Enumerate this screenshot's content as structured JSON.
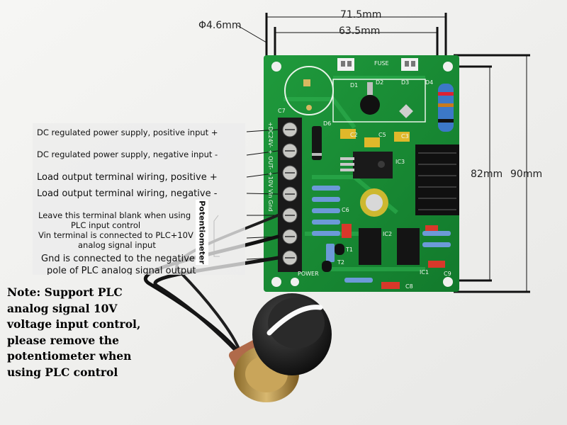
{
  "dimensions": {
    "hole_diameter": "Φ4.6mm",
    "outer_width": "71.5mm",
    "inner_width": "63.5mm",
    "inner_height": "82mm",
    "outer_height": "90mm"
  },
  "terminal_labels": [
    "DC regulated power supply, positive input +",
    "DC regulated power supply, negative input -",
    "Load output terminal wiring, positive +",
    "Load output terminal wiring, negative -",
    "Leave this terminal blank when using",
    "PLC input control",
    "Vin terminal is connected to PLC+10V",
    "analog signal input",
    "Gnd is connected to the negative",
    "pole of PLC analog signal output"
  ],
  "potentiometer_label": "Potentiometer",
  "note_lines": [
    "Note: Support PLC",
    "analog signal 10V",
    "voltage input control,",
    "please remove the",
    "potentiometer when",
    "using PLC control"
  ],
  "board_silkscreen": {
    "fuse": "FUSE",
    "c7": "C7",
    "d1": "D1",
    "d2": "D2",
    "d3": "D3",
    "d4": "D4",
    "d6": "D6",
    "c2": "C2",
    "c5": "C5",
    "c3": "C3",
    "ic3": "IC3",
    "c6": "C6",
    "ic2": "IC2",
    "t1": "T1",
    "t2": "T2",
    "c9": "C9",
    "c8": "C8",
    "ic1": "IC1",
    "terminal_left": "+DC24V-  +  OUT-  +10V  Vin  Gnd",
    "power": "POWER"
  }
}
